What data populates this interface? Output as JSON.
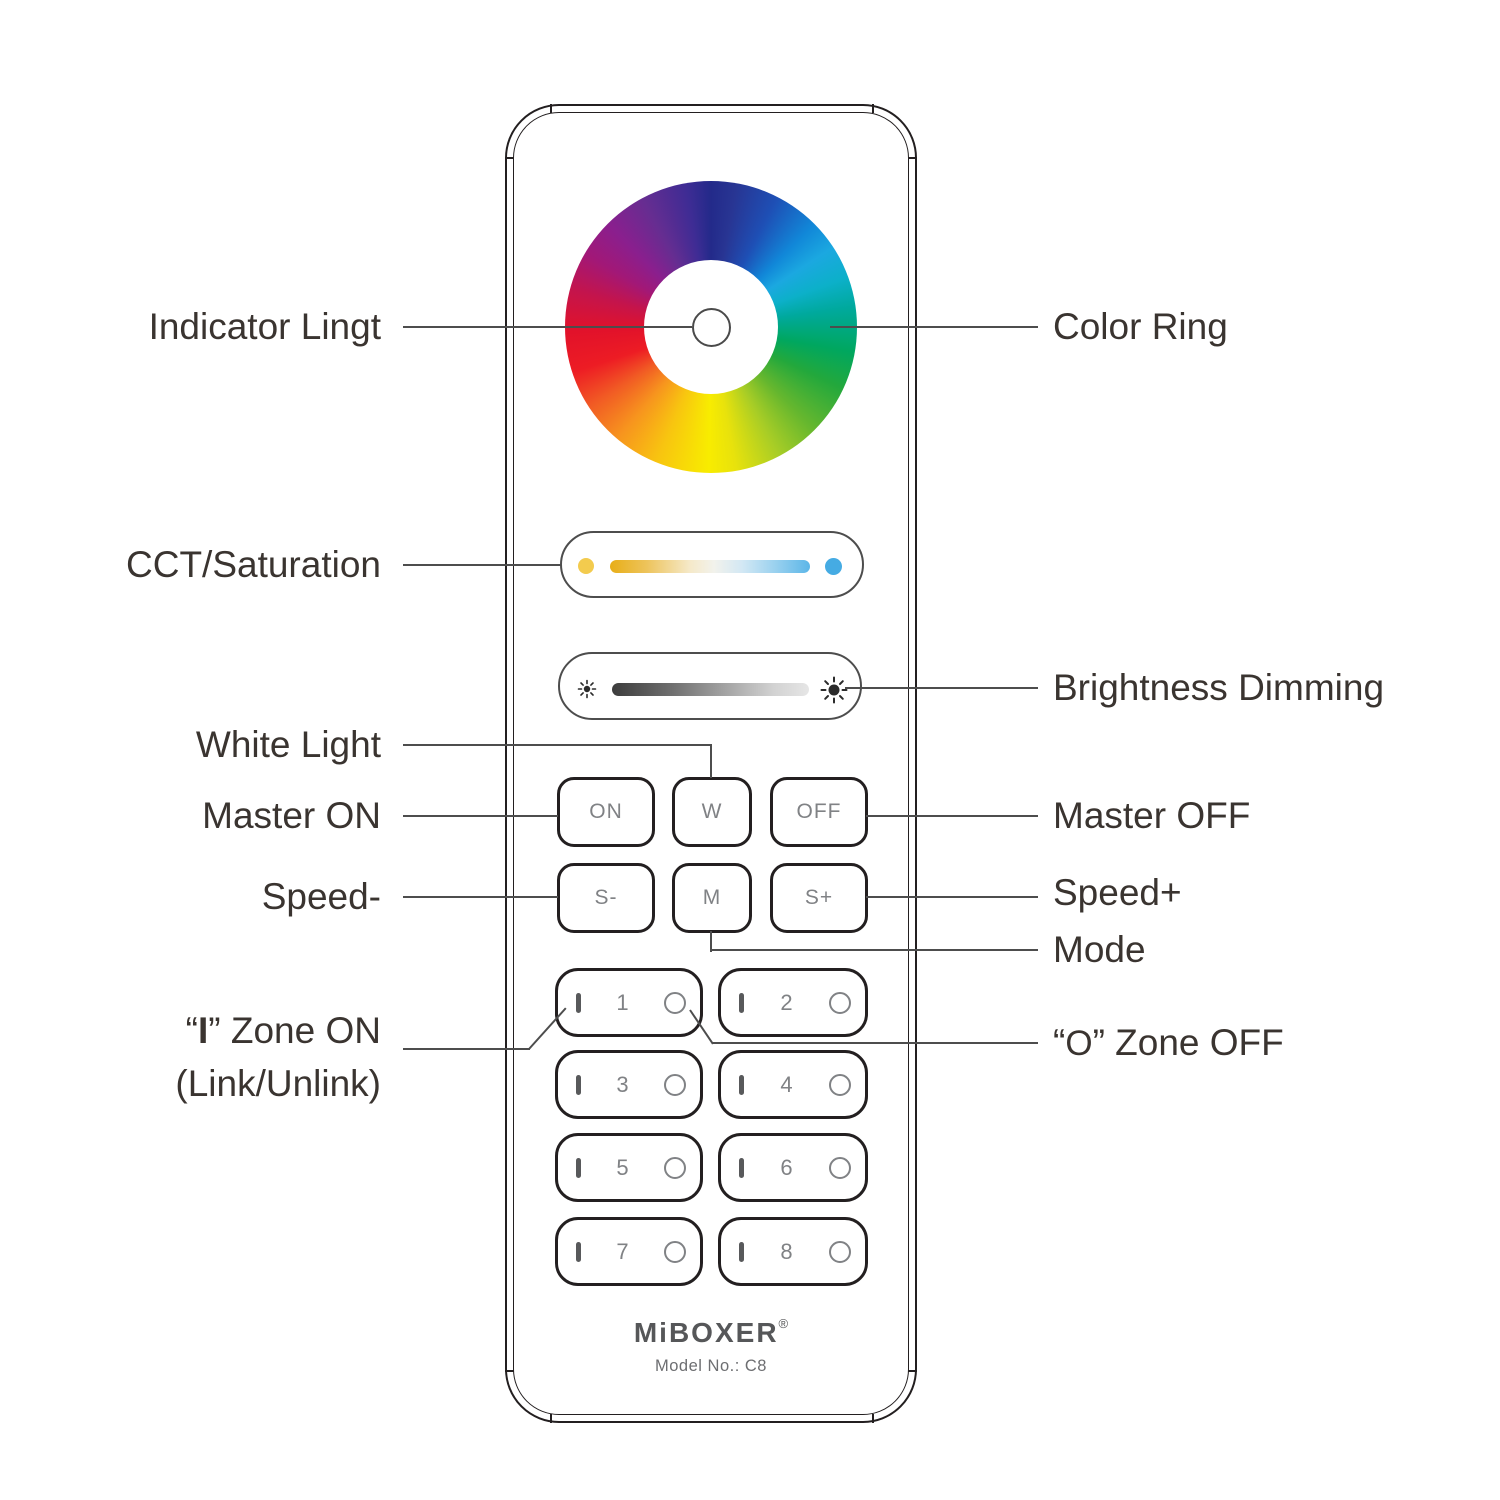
{
  "labels": {
    "left": [
      "Indicator Lingt",
      "CCT/Saturation",
      "White Light",
      "Master ON",
      "Speed-"
    ],
    "zone_on": {
      "open": "“",
      "symbol": "I",
      "rest": "” Zone ON",
      "line2": "(Link/Unlink)"
    },
    "right": [
      "Color Ring",
      "Brightness Dimming",
      "Master OFF",
      "Speed+",
      "Mode"
    ],
    "zone_off": {
      "open": "“",
      "symbol": "O",
      "rest": "” Zone OFF"
    }
  },
  "buttons": {
    "on": "ON",
    "w": "W",
    "off": "OFF",
    "s_minus": "S-",
    "m": "M",
    "s_plus": "S+"
  },
  "zones": [
    "1",
    "2",
    "3",
    "4",
    "5",
    "6",
    "7",
    "8"
  ],
  "brand": {
    "name": "MiBOXER",
    "reg": "®",
    "model": "Model No.: C8"
  },
  "icons": {
    "indicator": "circle-outline",
    "warm_dot": "warm-white-dot",
    "cool_dot": "cool-white-dot",
    "brightness_low": "sun-small",
    "brightness_high": "sun-large",
    "zone_on": "vertical-bar",
    "zone_off": "circle-outline"
  },
  "colors": {
    "outline": "#231f20",
    "callout_line": "#4d4d4d",
    "label_text": "#3a3430",
    "button_text": "#808285",
    "logo_text": "#565759",
    "cct_warm_dot": "#f3cb4e",
    "cct_cool_dot": "#45abe3",
    "cct_gradient": [
      "#e8ae17",
      "#f2f2ec",
      "#5cb6e8"
    ],
    "dim_gradient": [
      "#3c3c3c",
      "#e6e6e6"
    ],
    "ring_colors": [
      "#232a8a",
      "#1ba8e0",
      "#00a75f",
      "#f8ec00",
      "#f7941e",
      "#ed1c24",
      "#a21877",
      "#662d91"
    ]
  }
}
